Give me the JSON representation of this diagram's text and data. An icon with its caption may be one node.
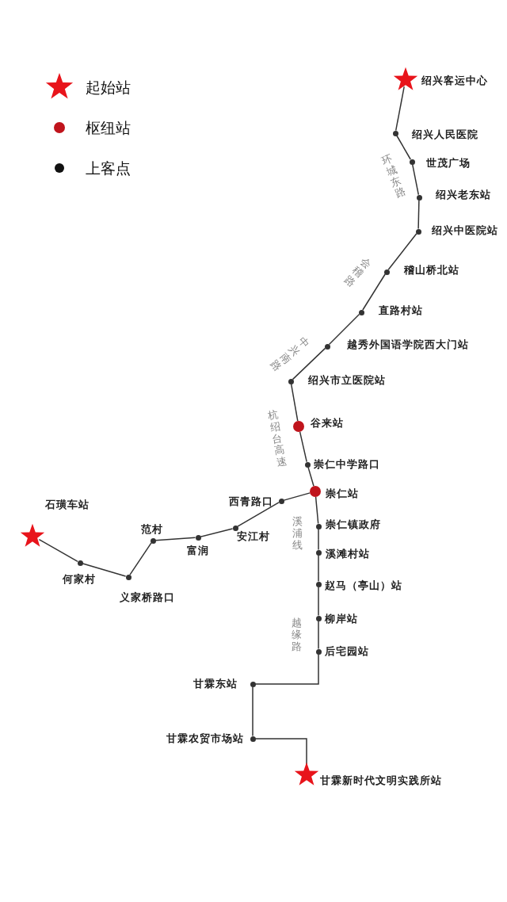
{
  "diagram": {
    "nodes": [
      {
        "text": [
          "绍兴客运中心"
        ]
      },
      {
        "text": [
          "绍兴人民医院"
        ]
      },
      {
        "text": [
          "世茂广场"
        ]
      },
      {
        "text": [
          "绍兴老东站"
        ]
      },
      {
        "text": [
          "绍兴中医院站"
        ]
      },
      {
        "text": [
          "稽山桥北站"
        ]
      },
      {
        "text": [
          "直路村站"
        ]
      },
      {
        "text": [
          "越秀外国语学院西大门站"
        ]
      },
      {
        "text": [
          "绍兴市立医院站"
        ]
      },
      {
        "text": [
          "谷来站"
        ]
      },
      {
        "text": [
          "崇仁中学路口"
        ]
      },
      {
        "text": [
          "崇仁站"
        ]
      },
      {
        "text": [
          "西青路口"
        ]
      },
      {
        "text": [
          "安江村"
        ]
      },
      {
        "text": [
          "富润"
        ]
      },
      {
        "text": [
          "范村"
        ]
      },
      {
        "text": [
          "义家桥路口"
        ]
      },
      {
        "text": [
          "何家村"
        ]
      },
      {
        "text": [
          "石璜车站"
        ]
      },
      {
        "text": [
          "崇仁镇政府"
        ]
      },
      {
        "text": [
          "溪滩村站"
        ]
      },
      {
        "text": [
          "赵马（亭山）站"
        ]
      },
      {
        "text": [
          "柳岸站"
        ]
      },
      {
        "text": [
          "后宅园站"
        ]
      },
      {
        "text": [
          "甘霖东站"
        ]
      },
      {
        "text": [
          "甘霖农贸市场站"
        ]
      },
      {
        "text": [
          "甘霖新时代文明实践所站"
        ]
      }
    ],
    "edges": [
      {
        "from": 0,
        "to": 1,
        "arrow": "none"
      },
      {
        "from": 1,
        "to": 2,
        "arrow": "none"
      },
      {
        "from": 2,
        "to": 3,
        "arrow": "none"
      },
      {
        "from": 3,
        "to": 4,
        "arrow": "none"
      },
      {
        "from": 4,
        "to": 5,
        "arrow": "none"
      },
      {
        "from": 5,
        "to": 6,
        "arrow": "none"
      },
      {
        "from": 6,
        "to": 7,
        "arrow": "none"
      },
      {
        "from": 7,
        "to": 8,
        "arrow": "none"
      },
      {
        "from": 8,
        "to": 9,
        "arrow": "none"
      },
      {
        "from": 9,
        "to": 10,
        "arrow": "none"
      },
      {
        "from": 10,
        "to": 11,
        "arrow": "none"
      },
      {
        "from": 11,
        "to": 12,
        "arrow": "none"
      },
      {
        "from": 12,
        "to": 13,
        "arrow": "none"
      },
      {
        "from": 13,
        "to": 14,
        "arrow": "none"
      },
      {
        "from": 14,
        "to": 15,
        "arrow": "none"
      },
      {
        "from": 15,
        "to": 16,
        "arrow": "none"
      },
      {
        "from": 16,
        "to": 17,
        "arrow": "none"
      },
      {
        "from": 17,
        "to": 18,
        "arrow": "none"
      },
      {
        "from": 11,
        "to": 19,
        "arrow": "none"
      },
      {
        "from": 19,
        "to": 20,
        "arrow": "none"
      },
      {
        "from": 20,
        "to": 21,
        "arrow": "none"
      },
      {
        "from": 21,
        "to": 22,
        "arrow": "none"
      },
      {
        "from": 22,
        "to": 23,
        "arrow": "none"
      },
      {
        "from": 23,
        "to": 24,
        "arrow": "none"
      },
      {
        "from": 24,
        "to": 25,
        "arrow": "none"
      },
      {
        "from": 25,
        "to": 26,
        "arrow": "none"
      }
    ],
    "labels": [
      "环城东路",
      "会稽路",
      "中兴南路",
      "杭绍台高速",
      "溪浦线",
      "越缘路"
    ],
    "legend": [
      {
        "text": "起始站"
      },
      {
        "text": "枢纽站"
      },
      {
        "text": "上客点"
      }
    ]
  }
}
